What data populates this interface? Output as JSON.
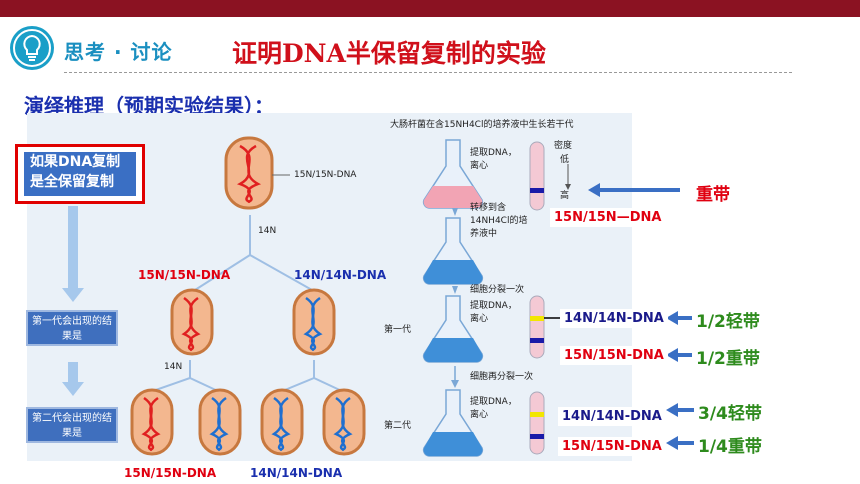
{
  "header": {
    "category": "思考 · 讨论",
    "title": "证明DNA半保留复制的实验"
  },
  "subtitle": "演绎推理（预期实验结果）：",
  "condition_box": {
    "line1": "如果DNA复制",
    "line2": "是全保留复制"
  },
  "questions": {
    "gen1": "第一代会出现的结果是",
    "gen2": "第二代会出现的结果是"
  },
  "figure": {
    "caption": "大肠杆菌在含15NH4Cl的培养液中生长若干代",
    "parent_label": "15N/15N-DNA",
    "n14_label": "14N",
    "gen1_left": "15N/15N-DNA",
    "gen1_right": "14N/14N-DNA",
    "gen2_left": "15N/15N-DNA",
    "gen2_right": "14N/14N-DNA",
    "step1": "提取DNA，离心",
    "density": "密度",
    "low": "低",
    "high": "高",
    "transfer": "转移到含14NH4Cl的培养液中",
    "divide1": "细胞分裂一次",
    "gen1_row": "第一代",
    "divide2": "细胞再分裂一次",
    "gen2_row": "第二代"
  },
  "results": {
    "heavy_band": "重带",
    "parent_tube_label": "15N/15N—DNA",
    "g1_light_label": "14N/14N-DNA",
    "g1_heavy_label": "15N/15N-DNA",
    "g1_light_ratio": "1/2轻带",
    "g1_heavy_ratio": "1/2重带",
    "g2_light_label": "14N/14N-DNA",
    "g2_heavy_label": "15N/15N-DNA",
    "g2_light_ratio": "3/4轻带",
    "g2_heavy_ratio": "1/4重带"
  },
  "colors": {
    "topbar": "#8b1222",
    "accent_blue": "#1a9fc8",
    "title_red": "#d0101b",
    "heavy_band": "#1a1aa8",
    "light_band": "#f2e600",
    "strand_red": "#e02020",
    "strand_blue": "#1f6fd0"
  }
}
